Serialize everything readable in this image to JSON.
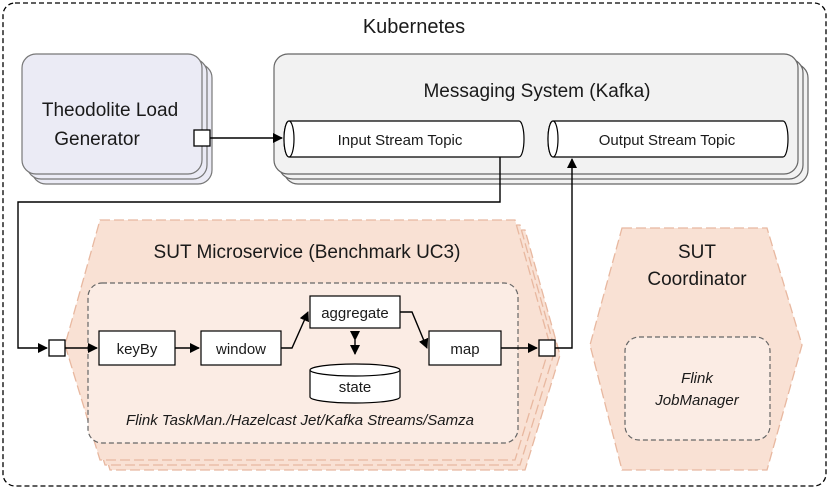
{
  "cluster": {
    "title": "Kubernetes"
  },
  "load_generator": {
    "line1": "Theodolite Load",
    "line2": "Generator"
  },
  "messaging": {
    "title": "Messaging System (Kafka)",
    "input_topic": "Input Stream Topic",
    "output_topic": "Output Stream Topic"
  },
  "microservice": {
    "title": "SUT Microservice (Benchmark UC3)",
    "ops": {
      "keyby": "keyBy",
      "window": "window",
      "aggregate": "aggregate",
      "map": "map",
      "state": "state"
    },
    "frameworks": "Flink TaskMan./Hazelcast Jet/Kafka Streams/Samza"
  },
  "coordinator": {
    "line1": "SUT",
    "line2": "Coordinator",
    "inner_line1": "Flink",
    "inner_line2": "JobManager"
  },
  "colors": {
    "load_gen_fill": "#ebebf5",
    "messaging_fill": "#f2f2f2",
    "sut_fill": "#f9e1d4",
    "sut_stroke": "#e8b8a0",
    "sut_inner_fill": "#fbece4"
  }
}
